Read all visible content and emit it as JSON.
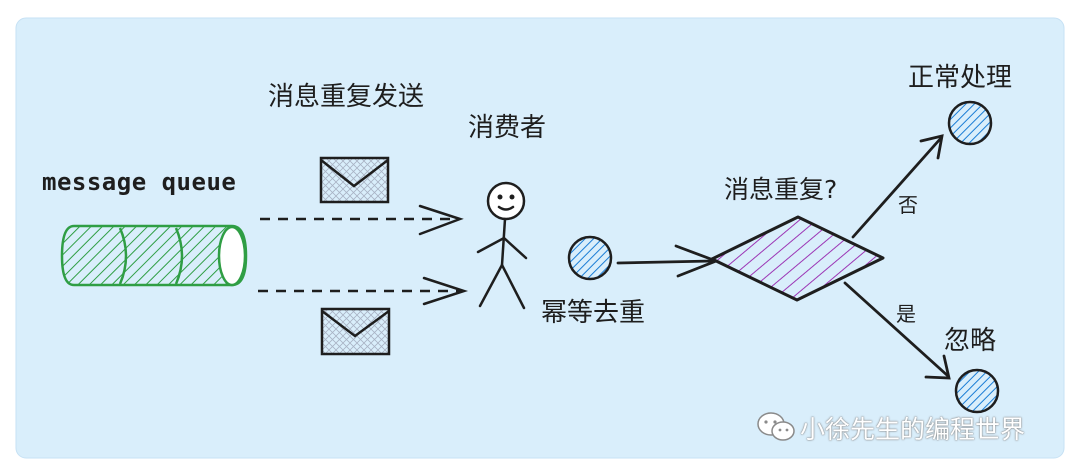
{
  "labels": {
    "message_queue": "message queue",
    "duplicate_send": "消息重复发送",
    "consumer": "消费者",
    "idempotent_dedup": "幂等去重",
    "is_duplicate": "消息重复?",
    "no": "否",
    "yes": "是",
    "normal_processing": "正常处理",
    "ignore": "忽略"
  },
  "watermark": {
    "text": "小徐先生的编程世界",
    "icon": "wechat-icon"
  },
  "colors": {
    "panel_background": "#d9eefb",
    "queue_green": "#2f9e44",
    "diamond_purple": "#9c36b5",
    "node_blue": "#1c7ed6",
    "stroke": "#1e1e1e"
  },
  "icons": [
    "envelope-icon",
    "stick-figure-icon",
    "wechat-icon"
  ]
}
